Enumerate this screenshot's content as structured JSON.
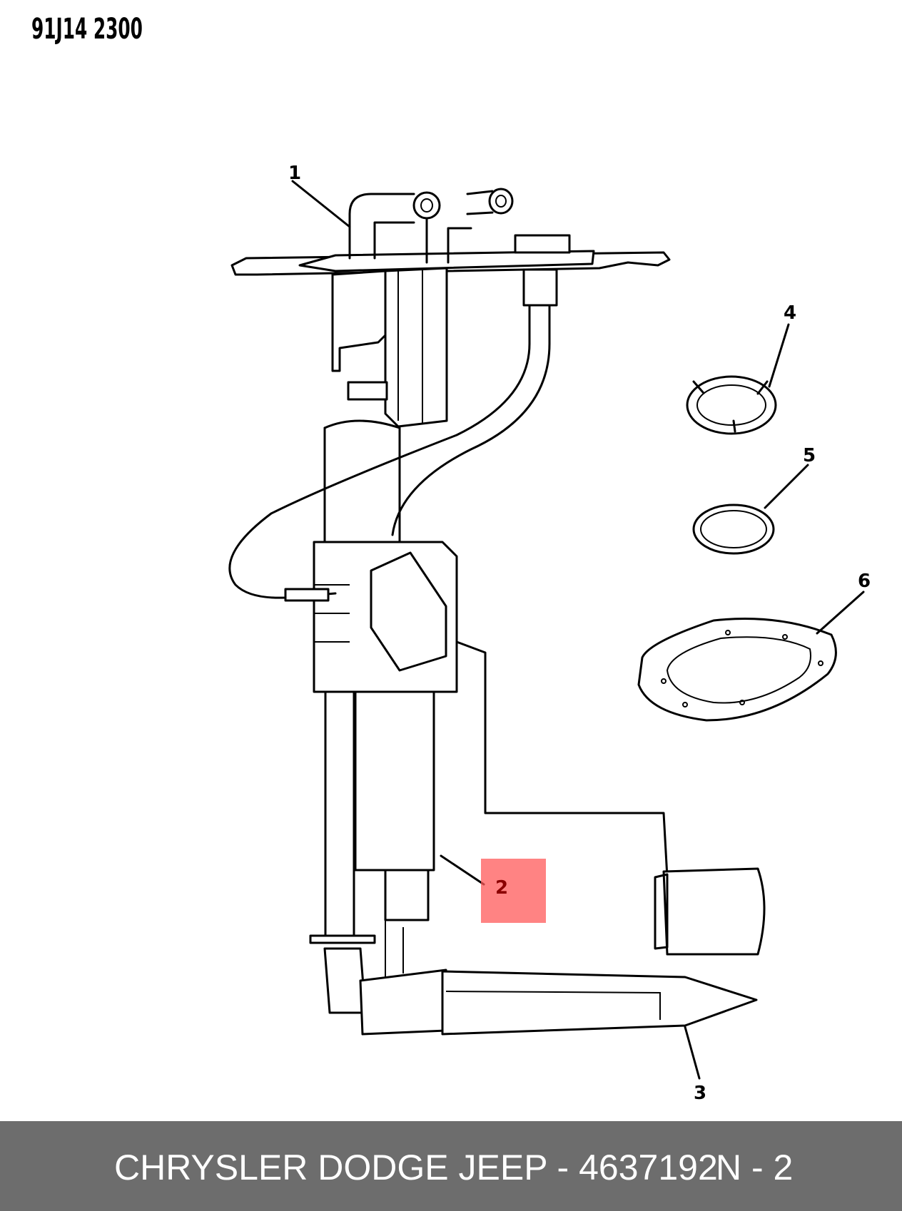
{
  "diagram": {
    "code": "91J14 2300",
    "callouts": [
      "1",
      "2",
      "3",
      "4",
      "5",
      "6"
    ],
    "highlighted_callout": "2",
    "highlight_color": "#ff7a7a"
  },
  "footer": {
    "text": "CHRYSLER DODGE JEEP - 4637192",
    "page": "N - 2",
    "background": "#6d6d6d"
  }
}
